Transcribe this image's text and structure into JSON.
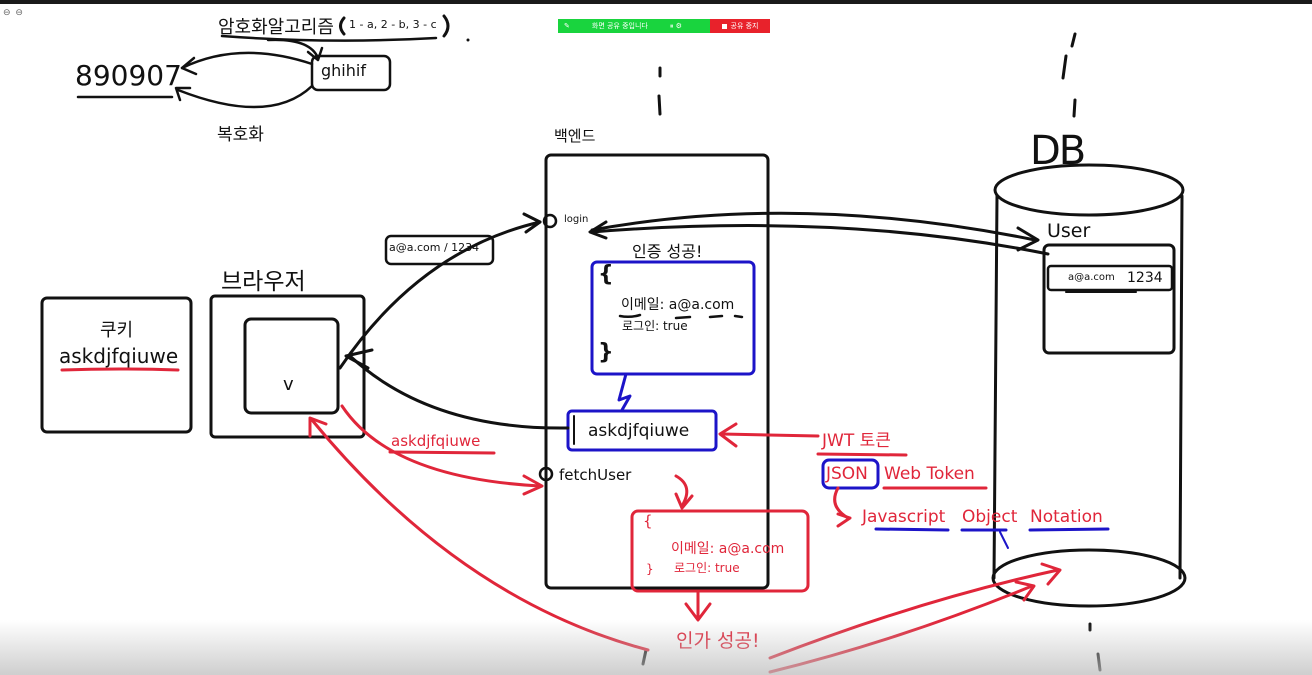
{
  "window_controls": "⊖ ⊖",
  "share_bar": {
    "status_text": "화면 공유 중입니다",
    "stop_label": "공유 중지",
    "green": "#19d43e",
    "red": "#e8222b"
  },
  "labels": {
    "algorithm": "암호화알고리즘",
    "algorithm_rule": "1 - a, 2 - b, 3 - c",
    "number": "890907",
    "cipher": "ghihif",
    "decrypt": "복호화",
    "backend": "백엔드",
    "db": "DB",
    "user_table": "User",
    "db_row_email": "a@a.com",
    "db_row_pw": "1234",
    "browser": "브라우저",
    "cookie_title": "쿠키",
    "cookie_value": "askdjfqiuwe",
    "browser_check": "v",
    "credentials": "a@a.com / 1234",
    "login": "login",
    "auth_success": "인증 성공!",
    "obj1_open": "{",
    "obj1_email": "이메일: a@a.com",
    "obj1_login": "로그인: true",
    "obj1_close": "}",
    "token": "askdjfqiuwe",
    "jwt": "JWT 토큰",
    "json": "JSON",
    "web_token": "Web Token",
    "javascript": "Javascript",
    "object": "Object",
    "notation": "Notation",
    "sent_token": "askdjfqiuwe",
    "fetch_user": "fetchUser",
    "obj2_open": "{",
    "obj2_email": "이메일: a@a.com",
    "obj2_login": "로그인: true",
    "obj2_close": "}",
    "authz_success": "인가 성공!"
  },
  "colors": {
    "ink": "#111111",
    "red": "#e0263a",
    "blue": "#1c14c8"
  }
}
